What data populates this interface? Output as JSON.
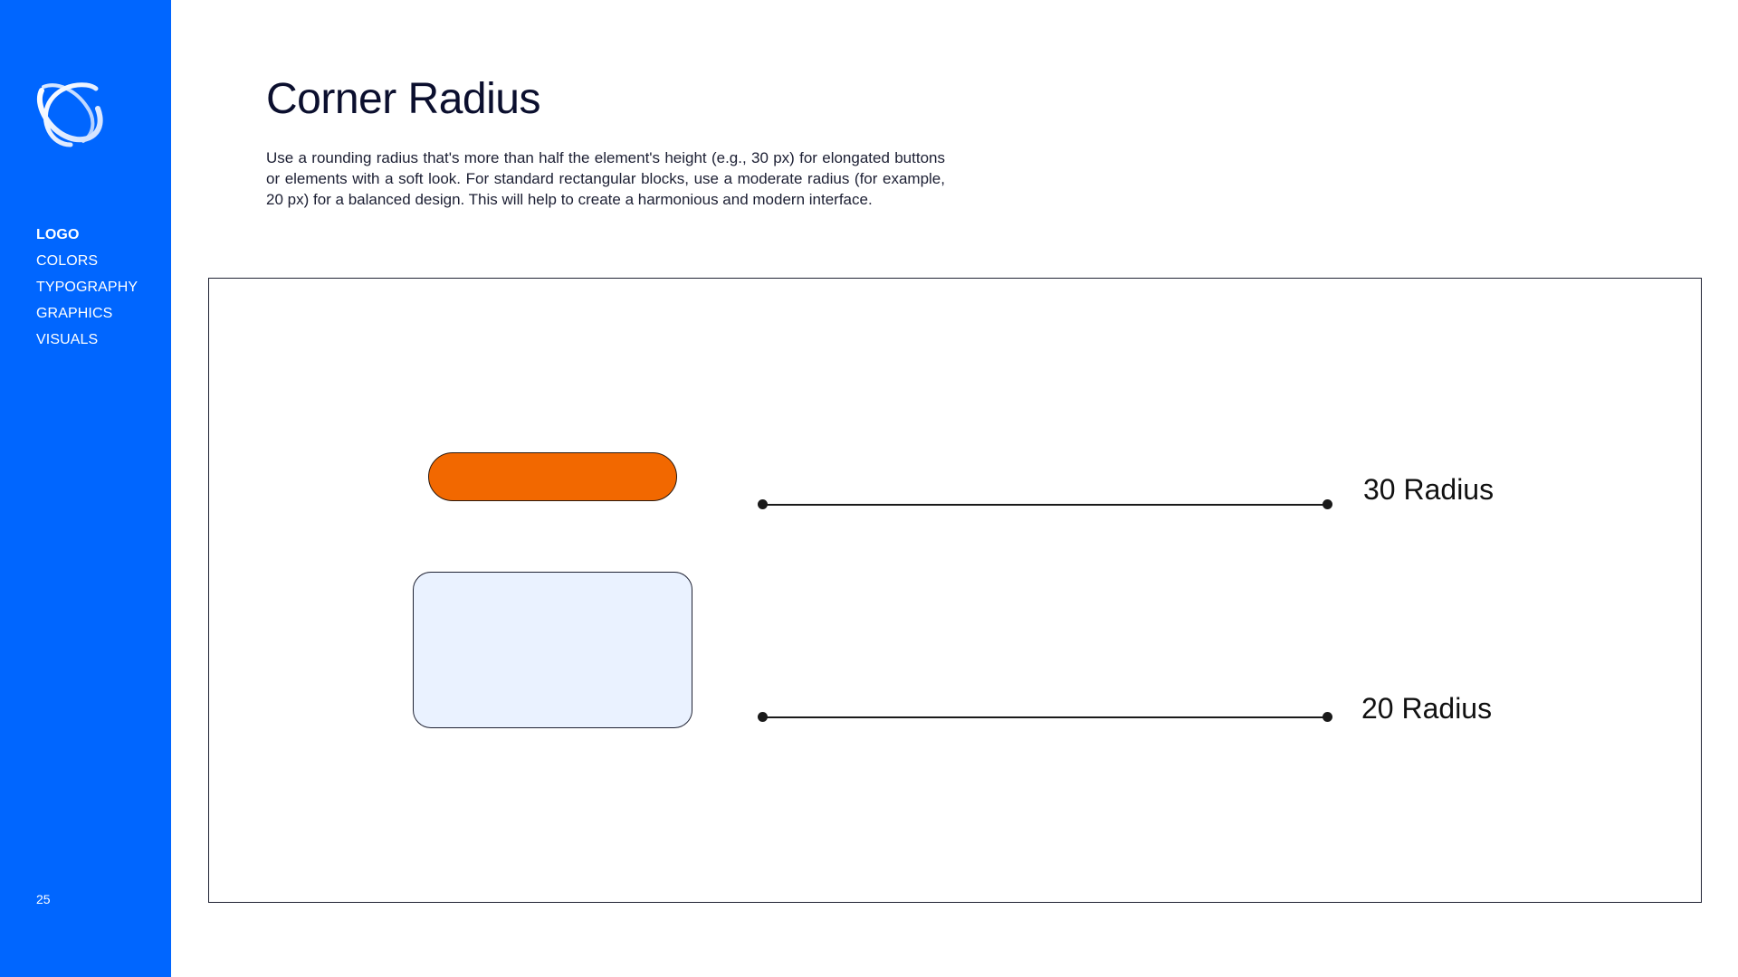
{
  "sidebar": {
    "logo": "orbit-logo-icon",
    "nav_items": [
      {
        "label": "LOGO",
        "active": true
      },
      {
        "label": "COLORS",
        "active": false
      },
      {
        "label": "TYPOGRAPHY",
        "active": false
      },
      {
        "label": "GRAPHICS",
        "active": false
      },
      {
        "label": "VISUALS",
        "active": false
      }
    ],
    "page_number": "25"
  },
  "main": {
    "title": "Corner Radius",
    "description": "Use a rounding radius that's more than half the element's height (e.g., 30 px) for elongated buttons or elements with a soft look. For standard rectangular blocks, use a moderate radius (for example, 20 px) for a balanced design. This will help to create a harmonious and modern interface.",
    "examples": [
      {
        "label": "30 Radius",
        "fill_color": "#f26800"
      },
      {
        "label": "20 Radius",
        "fill_color": "#eaf2ff"
      }
    ]
  },
  "colors": {
    "brand_blue": "#0066ff",
    "title_navy": "#0b0f2e",
    "accent_orange": "#f26800",
    "light_blue": "#eaf2ff"
  }
}
